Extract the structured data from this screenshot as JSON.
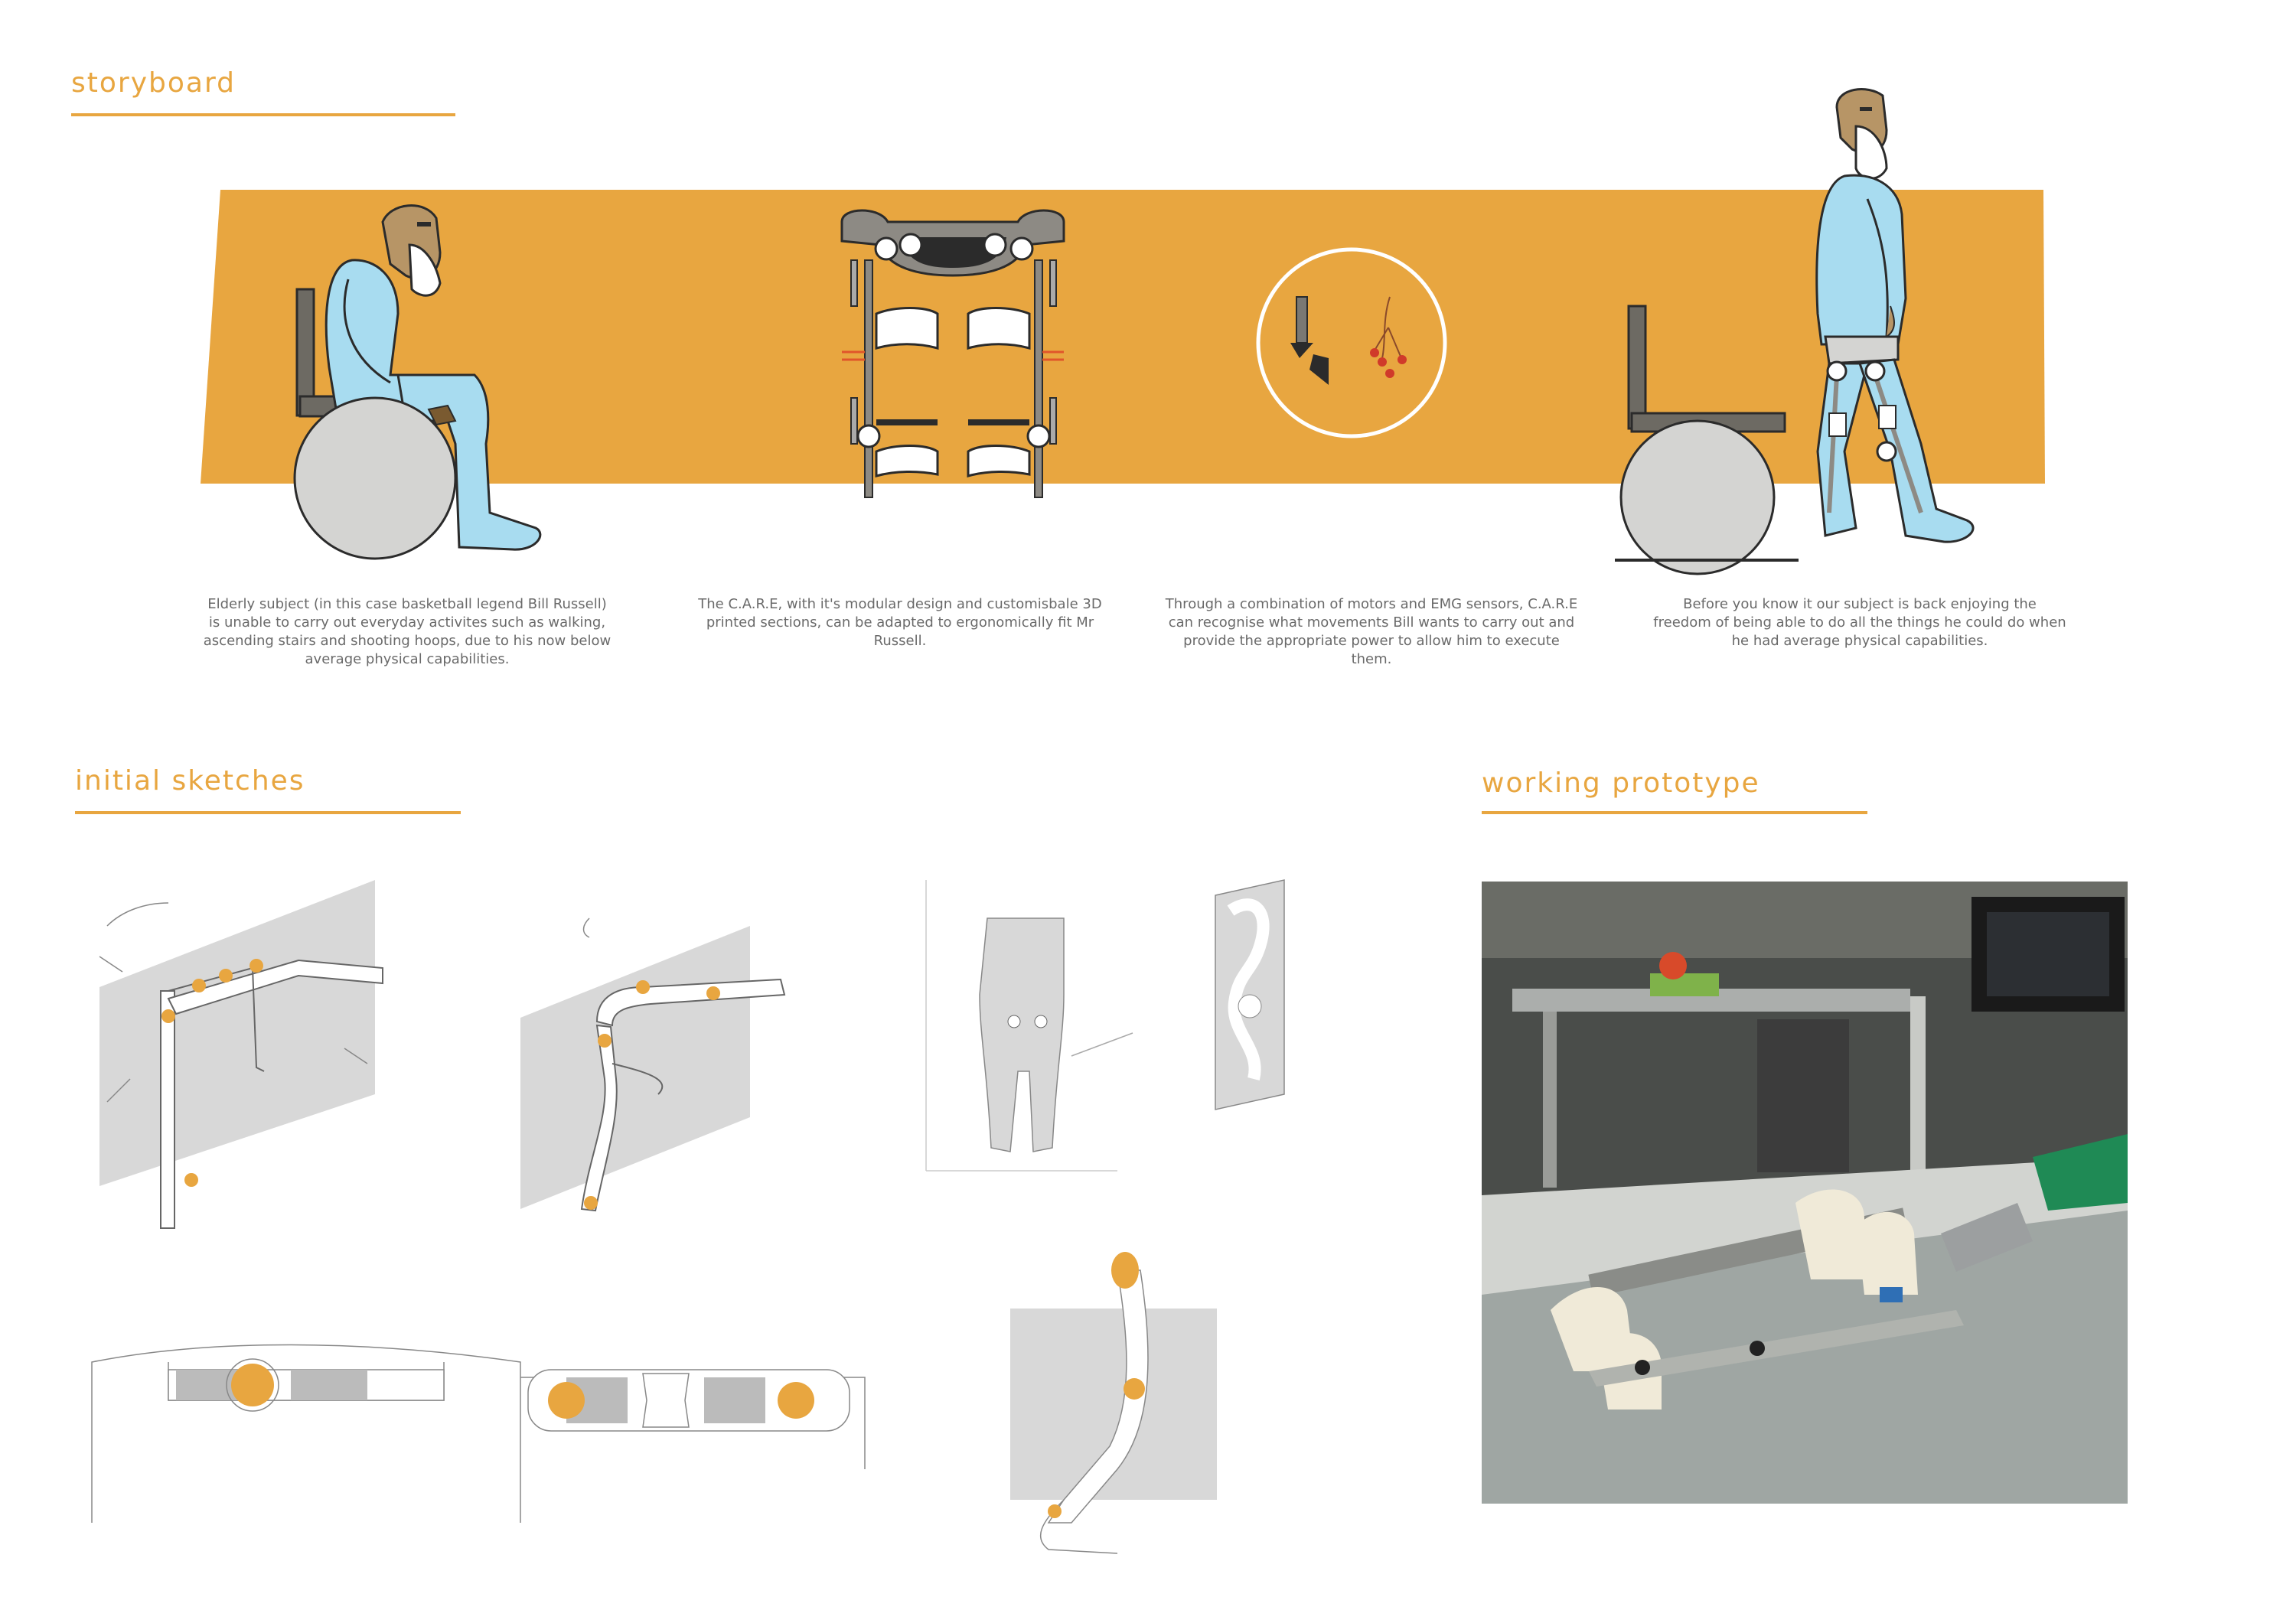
{
  "sections": {
    "storyboard": "storyboard",
    "sketches": "initial sketches",
    "prototype": "working prototype"
  },
  "captions": [
    "Elderly subject (in this case basketball legend Bill Russell) is unable to carry out everyday activites such as walking, ascending stairs and shooting hoops, due to his now below average physical capabilities.",
    "The C.A.R.E, with it's modular design and customisbale 3D printed sections, can be adapted to ergonomically fit Mr Russell.",
    "Through a combination of motors and EMG sensors, C.A.R.E can recognise what movements Bill wants to carry out and provide the appropriate power to allow him to execute them.",
    "Before you know it our subject is back enjoying the freedom of being able to do all the things he could do when he had average physical capabilities."
  ],
  "colors": {
    "accent": "#e8a640",
    "suit": "#a8dcf0",
    "wheel": "#d4d4d2",
    "sketch_fill": "#d8d8d8"
  }
}
